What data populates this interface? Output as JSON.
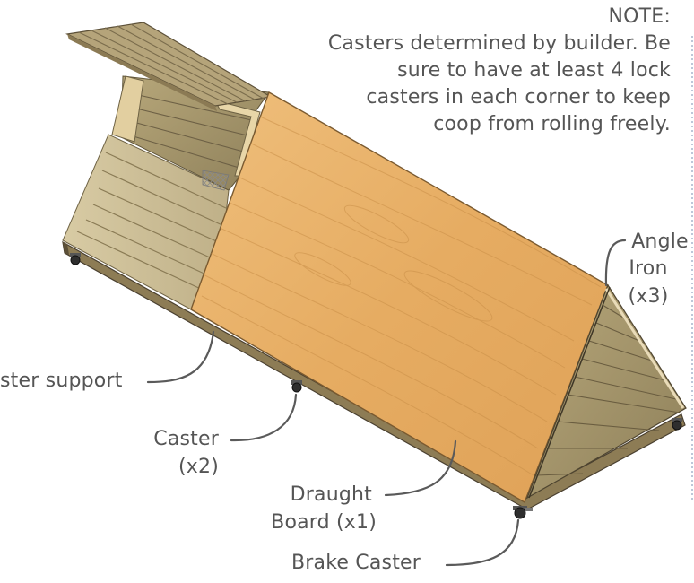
{
  "note": {
    "heading": "NOTE:",
    "lines": [
      "Casters determined by builder. Be",
      "sure to have at least 4 lock",
      "casters in each corner to keep",
      "coop from rolling freely."
    ]
  },
  "labels": {
    "angle_iron": [
      "Angle",
      "Iron",
      "(x3)"
    ],
    "caster_support": "ster support",
    "caster": [
      "Caster",
      "(x2)"
    ],
    "draught_board": [
      "Draught",
      "Board (x1)"
    ],
    "brake_caster": "Brake Caster"
  },
  "colors": {
    "plywood": "#e8b26c",
    "plank_light": "#d4c6a0",
    "plank_dark": "#a89a6e",
    "plank_line": "#7b6d4a",
    "label_text": "#555555",
    "frame_dark": "#4a4030"
  }
}
